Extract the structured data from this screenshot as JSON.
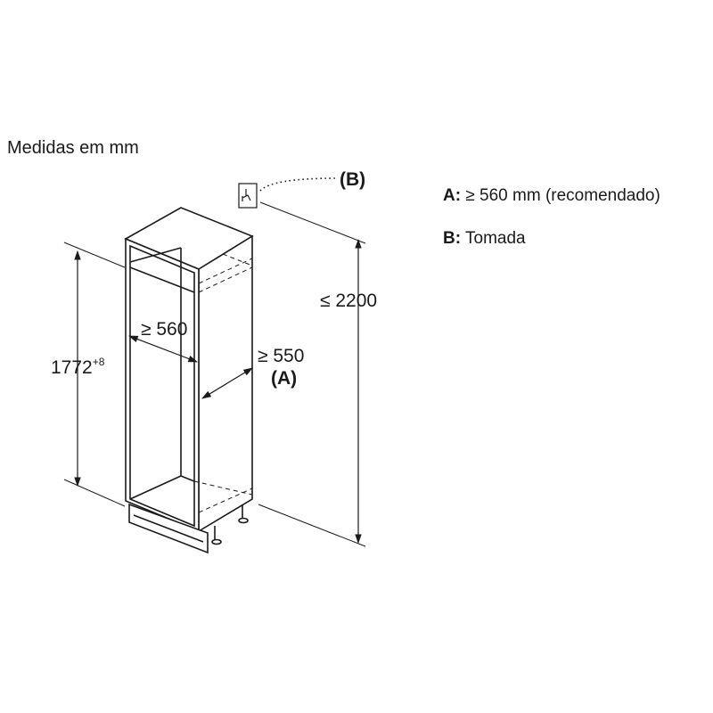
{
  "title": "Medidas em mm",
  "legend": [
    {
      "key": "A:",
      "text": "≥ 560 mm (recomendado)"
    },
    {
      "key": "B:",
      "text": "Tomada"
    }
  ],
  "dimensions": {
    "niche_height": "1772",
    "niche_height_tolerance": "+8",
    "niche_width": "≥ 560",
    "niche_depth": "≥ 550",
    "niche_depth_ref": "(A)",
    "max_height": "≤ 2200",
    "socket_ref": "(B)"
  }
}
